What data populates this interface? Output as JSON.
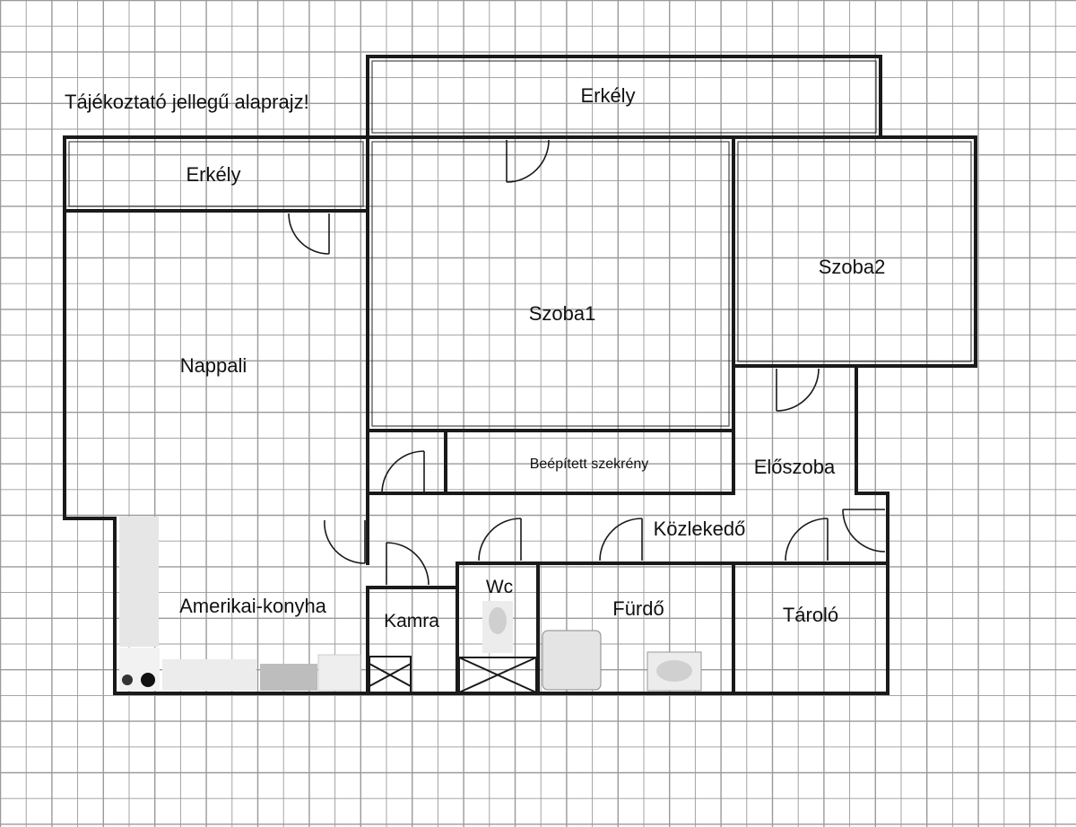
{
  "title": "Tájékoztató jellegű alaprajz!",
  "rooms": {
    "erkely_top": "Erkély",
    "erkely_left": "Erkély",
    "nappali": "Nappali",
    "szoba1": "Szoba1",
    "szoba2": "Szoba2",
    "szekreny": "Beépített szekrény",
    "eloszoba": "Előszoba",
    "kozlekedo": "Közlekedő",
    "konyha": "Amerikai-konyha",
    "kamra": "Kamra",
    "wc": "Wc",
    "furdo": "Fürdő",
    "tarolo": "Tároló"
  },
  "colors": {
    "grid": "#9a9a9a",
    "wall": "#1a1a1a",
    "fixture": "#e6e6e6"
  }
}
